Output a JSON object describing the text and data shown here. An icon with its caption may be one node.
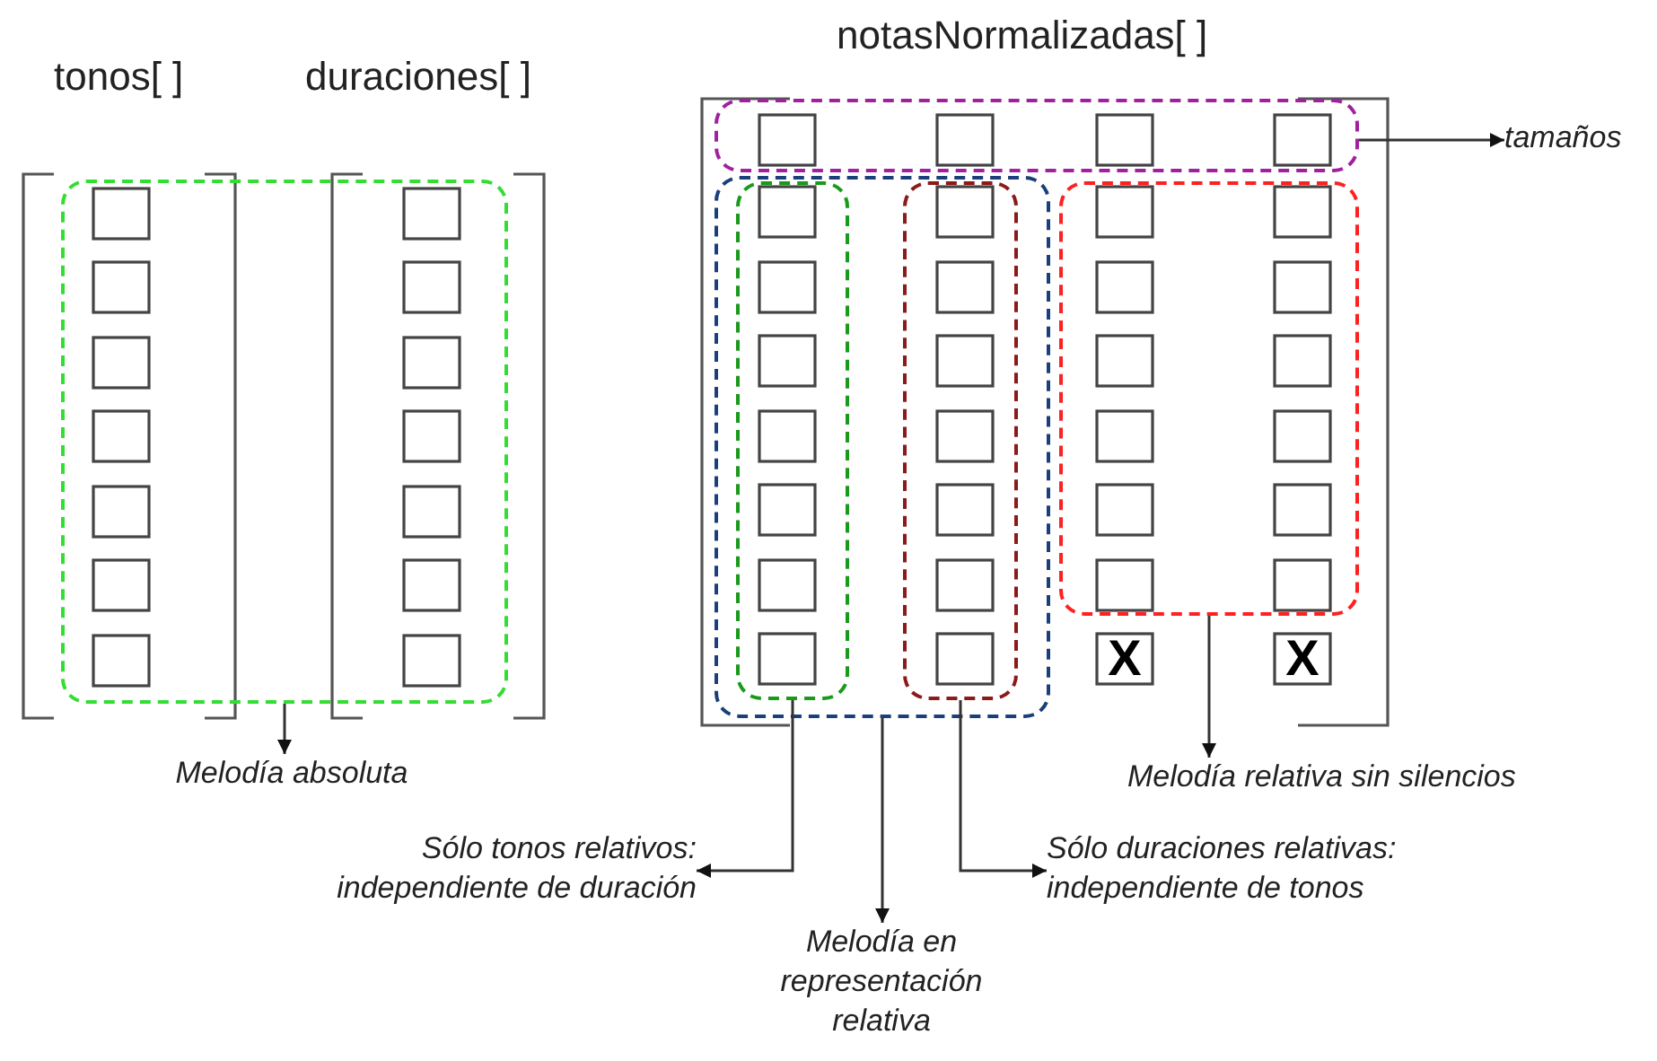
{
  "diagram": {
    "nodes": [
      {
        "text": [],
        "shape": "box"
      },
      {
        "text": [
          "Melodía absoluta"
        ]
      },
      {
        "text": [],
        "shape": "box"
      },
      {
        "text": [
          "tamaños"
        ]
      },
      {
        "text": [],
        "shape": "box"
      },
      {
        "text": [],
        "shape": "box",
        "in": 4
      },
      {
        "text": [],
        "shape": "box",
        "in": 4
      },
      {
        "text": [],
        "shape": "box"
      },
      {
        "text": [
          "Melodía relativa sin silencios"
        ]
      },
      {
        "text": [
          "Sólo tonos relativos: independiente de duración"
        ]
      },
      {
        "text": [
          "Melodía en representación relativa"
        ]
      },
      {
        "text": [
          "Sólo duraciones relativas: independiente de tonos"
        ]
      }
    ],
    "edges": [
      {
        "from": 0,
        "to": 1,
        "arrow": "to"
      },
      {
        "from": 2,
        "to": 3,
        "arrow": "to"
      },
      {
        "from": 7,
        "to": 8,
        "arrow": "to"
      },
      {
        "from": 5,
        "to": 9,
        "arrow": "to"
      },
      {
        "from": 4,
        "to": 10,
        "arrow": "to"
      },
      {
        "from": 6,
        "to": 11,
        "arrow": "to"
      }
    ],
    "labels": [
      "tonos[ ]",
      "duraciones[ ]",
      "notasNormalizadas[ ]",
      "X",
      "X"
    ]
  }
}
